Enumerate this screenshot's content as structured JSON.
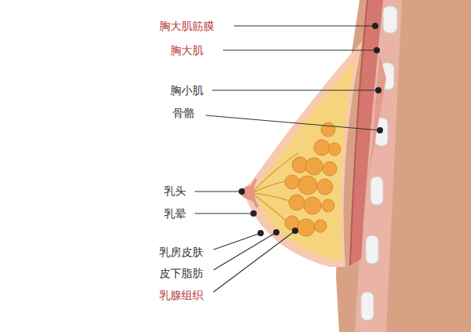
{
  "diagram": {
    "labels": [
      "胸大肌筋膜",
      "胸大肌",
      "胸小肌",
      "骨骼",
      "乳头",
      "乳晕",
      "乳房皮肤",
      "皮下脂肪",
      "乳腺组织"
    ]
  }
}
